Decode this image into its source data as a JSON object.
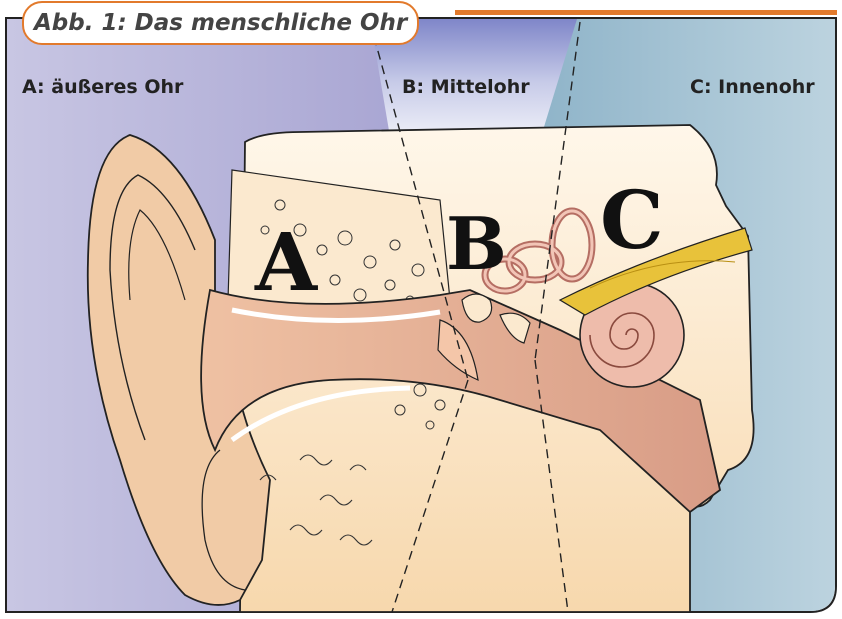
{
  "figure": {
    "title": "Abb. 1: Das menschliche Ohr",
    "sections": [
      {
        "label": "A: äußeres Ohr",
        "letter": "A"
      },
      {
        "label": "B: Mittelohr",
        "letter": "B"
      },
      {
        "label": "C: Innenohr",
        "letter": "C"
      }
    ]
  },
  "colors": {
    "accent": "#e27a2c",
    "outer_ear_bg": "#b6b4d8",
    "middle_ear_bg": "#8c93cf",
    "inner_ear_bg": "#9cbfd1",
    "skin": "#f1cba6",
    "canal": "#dfa58c",
    "nerve": "#e8c23a"
  }
}
